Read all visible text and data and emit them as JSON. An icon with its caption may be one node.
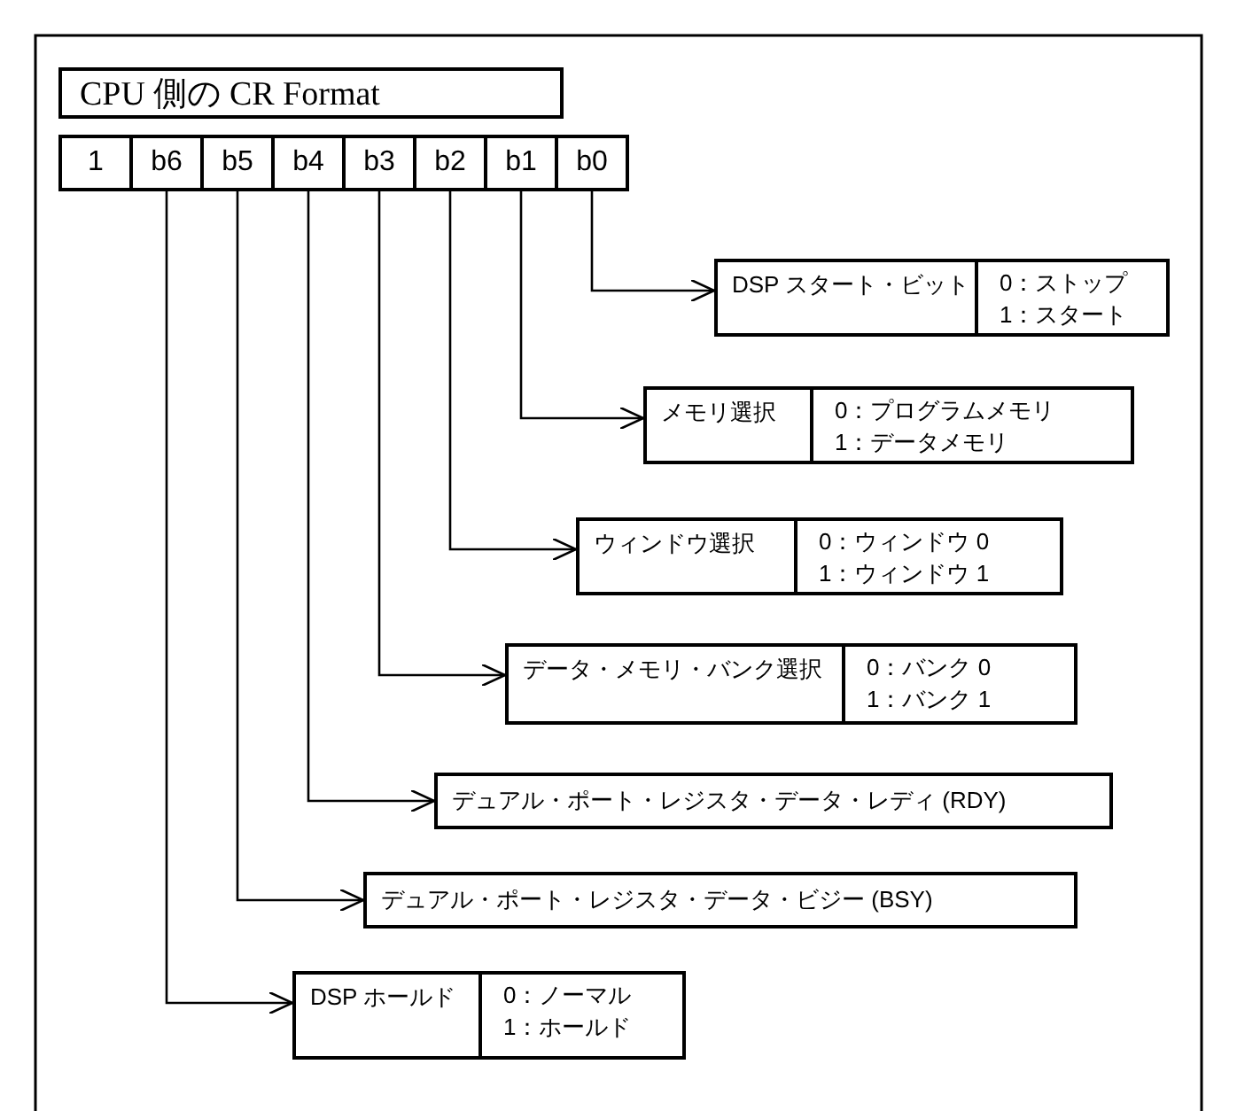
{
  "diagram": {
    "title": "CPU 側の CR Format",
    "nodes": [
      {
        "text": [
          "1"
        ]
      },
      {
        "text": [
          "b6"
        ]
      },
      {
        "text": [
          "b5"
        ]
      },
      {
        "text": [
          "b4"
        ]
      },
      {
        "text": [
          "b3"
        ]
      },
      {
        "text": [
          "b2"
        ]
      },
      {
        "text": [
          "b1"
        ]
      },
      {
        "text": [
          "b0"
        ]
      },
      {
        "text": [
          "DSP スタート・ビット",
          "0：ストップ",
          "1：スタート"
        ]
      },
      {
        "text": [
          "メモリ選択",
          "0：プログラムメモリ",
          "1：データメモリ"
        ]
      },
      {
        "text": [
          "ウィンドウ選択",
          "0：ウィンドウ 0",
          "1：ウィンドウ 1"
        ]
      },
      {
        "text": [
          "データ・メモリ・バンク選択",
          "0：バンク 0",
          "1：バンク 1"
        ]
      },
      {
        "text": [
          "デュアル・ポート・レジスタ・データ・レディ (RDY)"
        ]
      },
      {
        "text": [
          "デュアル・ポート・レジスタ・データ・ビジー (BSY)"
        ]
      },
      {
        "text": [
          "DSP ホールド",
          "0：ノーマル",
          "1：ホールド"
        ]
      }
    ],
    "edges": [
      {
        "from": 7,
        "to": 8,
        "arrow": "to"
      },
      {
        "from": 6,
        "to": 9,
        "arrow": "to"
      },
      {
        "from": 5,
        "to": 10,
        "arrow": "to"
      },
      {
        "from": 4,
        "to": 11,
        "arrow": "to"
      },
      {
        "from": 3,
        "to": 12,
        "arrow": "to"
      },
      {
        "from": 2,
        "to": 13,
        "arrow": "to"
      },
      {
        "from": 1,
        "to": 14,
        "arrow": "to"
      }
    ]
  }
}
